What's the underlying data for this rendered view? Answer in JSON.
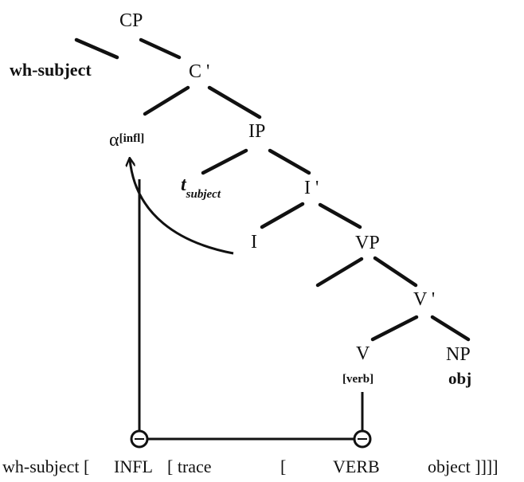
{
  "nodes": {
    "cp": "CP",
    "wh_subject": "wh-subject",
    "c_bar": "C '",
    "alpha": "α",
    "infl_feature": "[infl]",
    "ip": "IP",
    "trace_t": "t",
    "trace_sub": "subject",
    "i_bar": "I '",
    "i": "I",
    "vp": "VP",
    "v_bar": "V '",
    "v": "V",
    "verb_feature": "[verb]",
    "np": "NP",
    "obj": "obj"
  },
  "sentence": {
    "wh_subject": "wh-subject [",
    "infl": "INFL",
    "trace": "[ trace",
    "bracket": "[",
    "verb": "VERB",
    "object": "object ]]]]"
  }
}
